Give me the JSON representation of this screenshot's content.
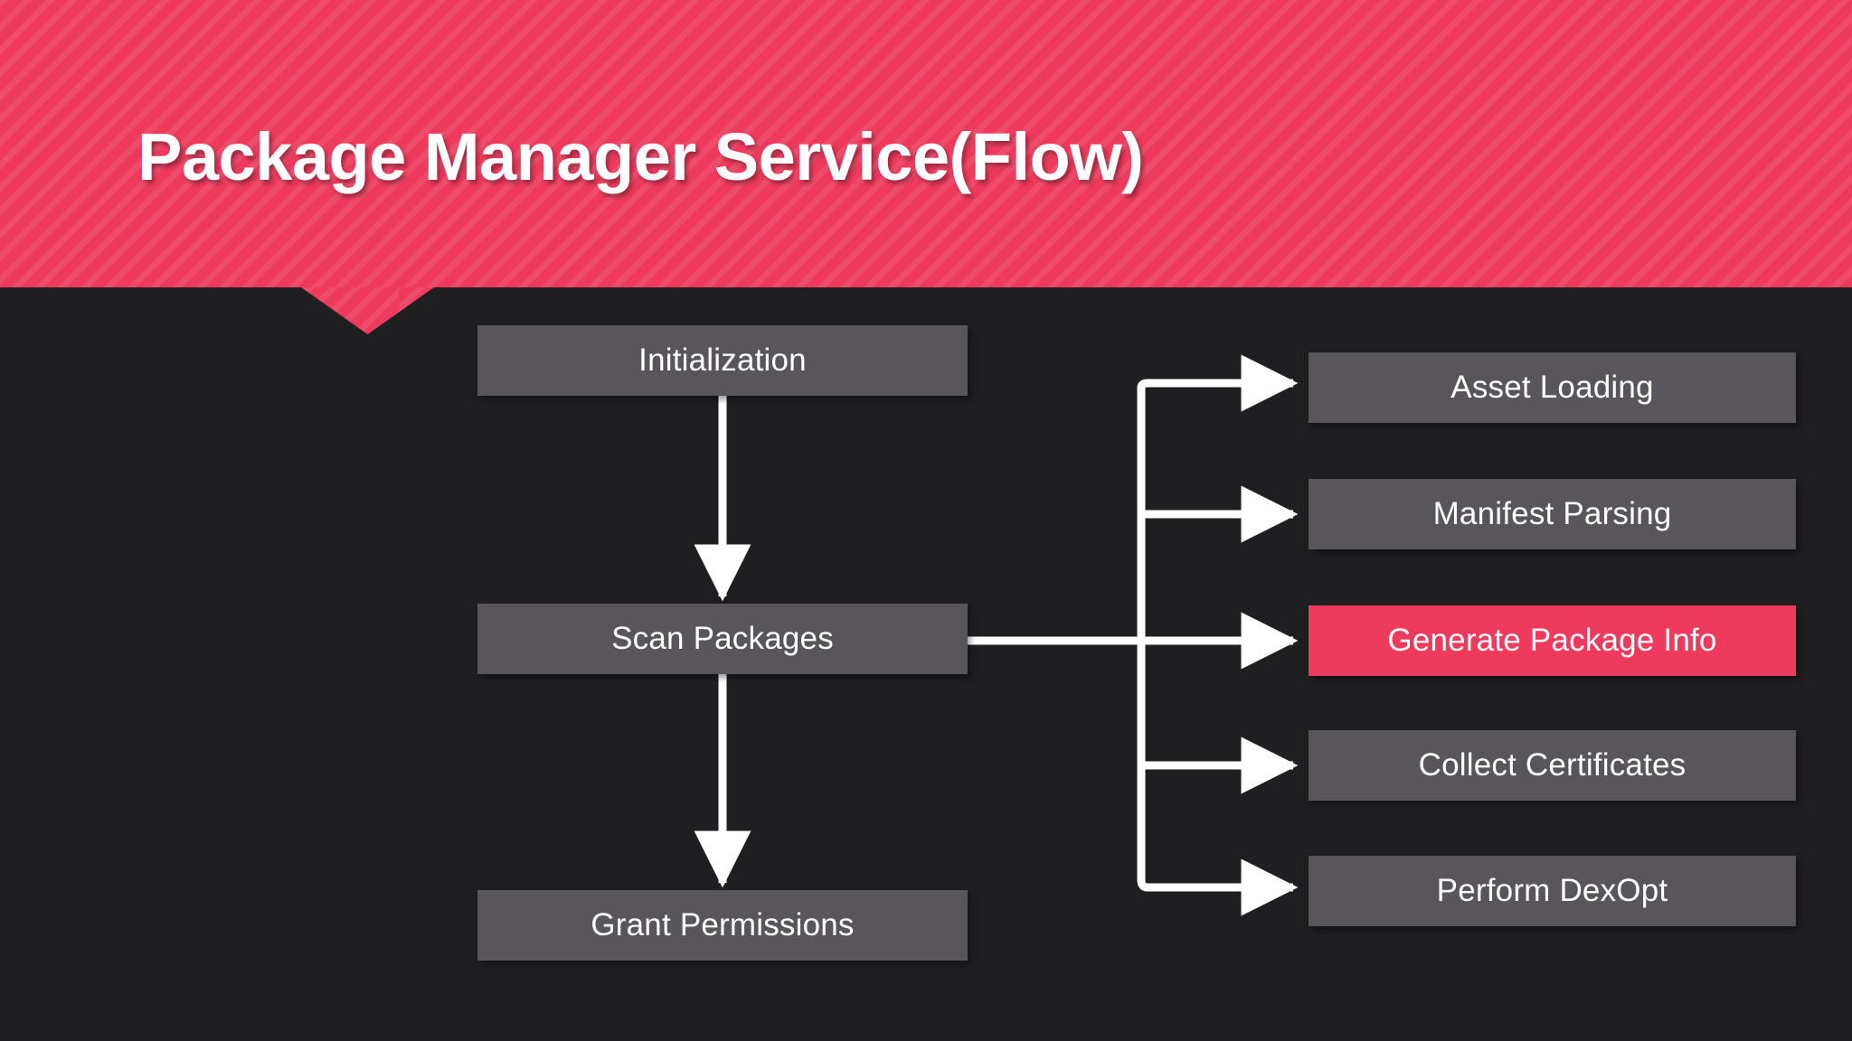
{
  "slide": {
    "title": "Package Manager Service(Flow)",
    "background_color": "#1f1e21",
    "accent_color": "#ee3a5c",
    "node_color": "#58565a",
    "connector_color": "#ffffff"
  },
  "flow": {
    "main_steps": [
      {
        "id": "initialization",
        "label": "Initialization",
        "highlight": false
      },
      {
        "id": "scan-packages",
        "label": "Scan Packages",
        "highlight": false
      },
      {
        "id": "grant-permissions",
        "label": "Grant Permissions",
        "highlight": false
      }
    ],
    "sub_steps": [
      {
        "id": "asset-loading",
        "label": "Asset Loading",
        "highlight": false
      },
      {
        "id": "manifest-parsing",
        "label": "Manifest Parsing",
        "highlight": false
      },
      {
        "id": "generate-package-info",
        "label": "Generate Package Info",
        "highlight": true
      },
      {
        "id": "collect-certificates",
        "label": "Collect Certificates",
        "highlight": false
      },
      {
        "id": "perform-dexopt",
        "label": "Perform DexOpt",
        "highlight": false
      }
    ]
  }
}
